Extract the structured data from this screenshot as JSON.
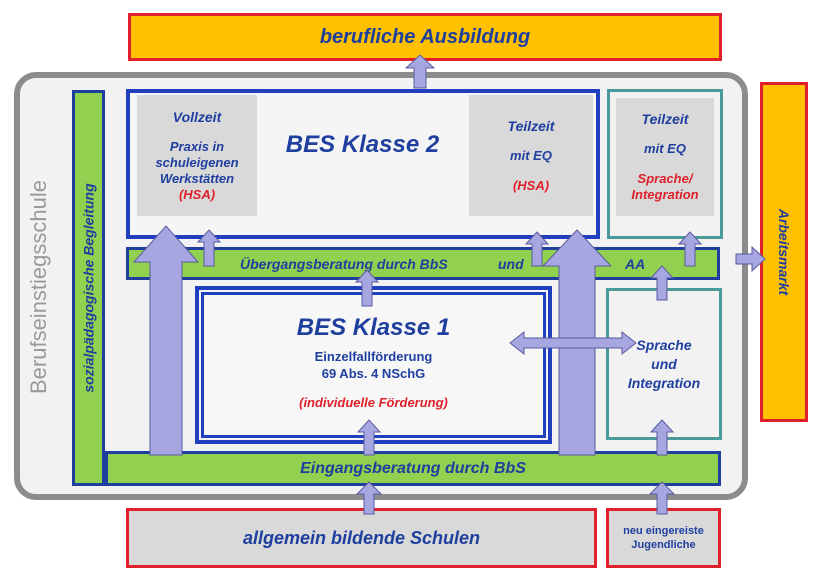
{
  "diagram": {
    "top_box": "berufliche Ausbildung",
    "outer_label": "Berufseinstiegsschule",
    "side_support": "sozialpädagogische Begleitung",
    "labor_market": "Arbeitsmarkt",
    "bes2": {
      "title": "BES Klasse 2",
      "full_time": {
        "title": "Vollzeit",
        "line1": "Praxis in",
        "line2": "schuleigenen",
        "line3": "Werkstätten",
        "note": "(HSA)"
      },
      "part_time": {
        "title": "Teilzeit",
        "line1": "mit EQ",
        "note": "(HSA)"
      }
    },
    "part_time_right": {
      "title": "Teilzeit",
      "line1": "mit EQ",
      "note1": "Sprache/",
      "note2": "Integration"
    },
    "transition_bar": {
      "text": "Übergangsberatung durch BbS",
      "and": "und",
      "aa": "AA"
    },
    "bes1": {
      "title": "BES Klasse 1",
      "line1": "Einzelfallförderung",
      "line2": "69 Abs. 4 NSchG",
      "note": "(individuelle Förderung)"
    },
    "language_box": {
      "line1": "Sprache",
      "line2": "und",
      "line3": "Integration"
    },
    "entry_bar": "Eingangsberatung durch BbS",
    "bottom_left": "allgemein bildende Schulen",
    "bottom_right": {
      "line1": "neu eingereiste",
      "line2": "Jugendliche"
    },
    "colors": {
      "blue_text": "#1f3f9f",
      "red_text": "#e0202a",
      "orange": "#ffc000",
      "green": "#92d050",
      "gray": "#d9d9d9",
      "arrow": "#a6a6e0",
      "teal": "#4a9a9a"
    }
  }
}
